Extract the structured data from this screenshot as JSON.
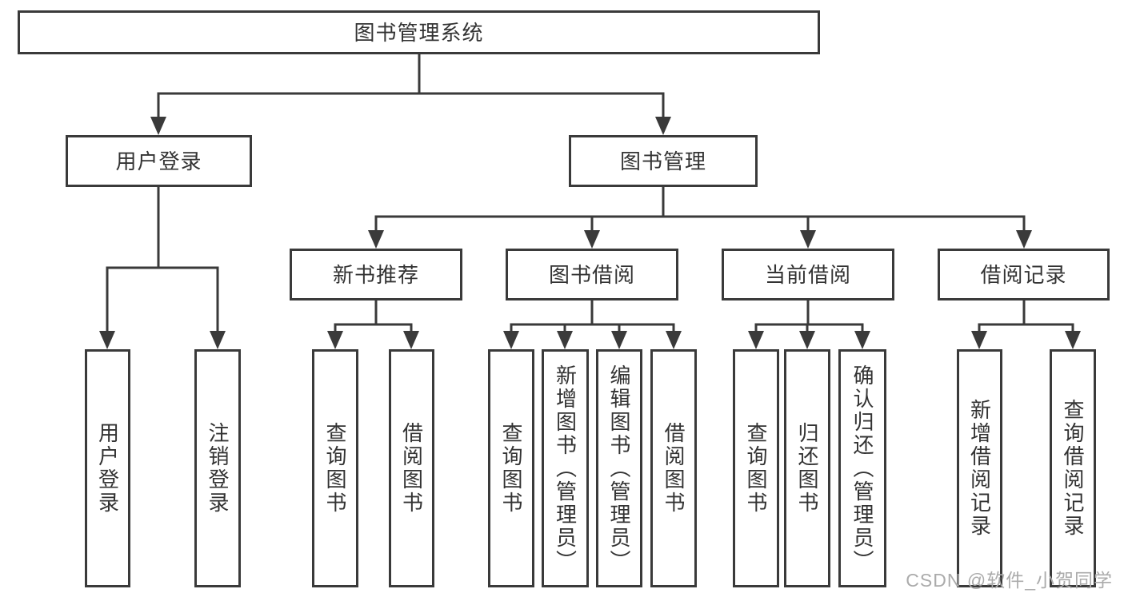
{
  "nodes": {
    "root": {
      "label": "图书管理系统"
    },
    "user_login": {
      "label": "用户登录",
      "children": [
        {
          "label": "用户登录"
        },
        {
          "label": "注销登录"
        }
      ]
    },
    "book_management": {
      "label": "图书管理"
    },
    "new_book_recommend": {
      "label": "新书推荐",
      "children": [
        {
          "label": "查询图书"
        },
        {
          "label": "借阅图书"
        }
      ]
    },
    "book_borrow": {
      "label": "图书借阅",
      "children": [
        {
          "label": "查询图书"
        },
        {
          "label": "新增图书（管理员）"
        },
        {
          "label": "编辑图书（管理员）"
        },
        {
          "label": "借阅图书"
        }
      ]
    },
    "current_borrow": {
      "label": "当前借阅",
      "children": [
        {
          "label": "查询图书"
        },
        {
          "label": "归还图书"
        },
        {
          "label": "确认归还（管理员）"
        }
      ]
    },
    "borrow_records": {
      "label": "借阅记录",
      "children": [
        {
          "label": "新增借阅记录"
        },
        {
          "label": "查询借阅记录"
        }
      ]
    }
  },
  "watermark": {
    "text": "CSDN @软件_小贺同学"
  },
  "colors": {
    "line": "#3a3a3a",
    "box_border": "#3a3a3a",
    "text": "#333333",
    "watermark": "#ababab",
    "background": "#ffffff"
  }
}
